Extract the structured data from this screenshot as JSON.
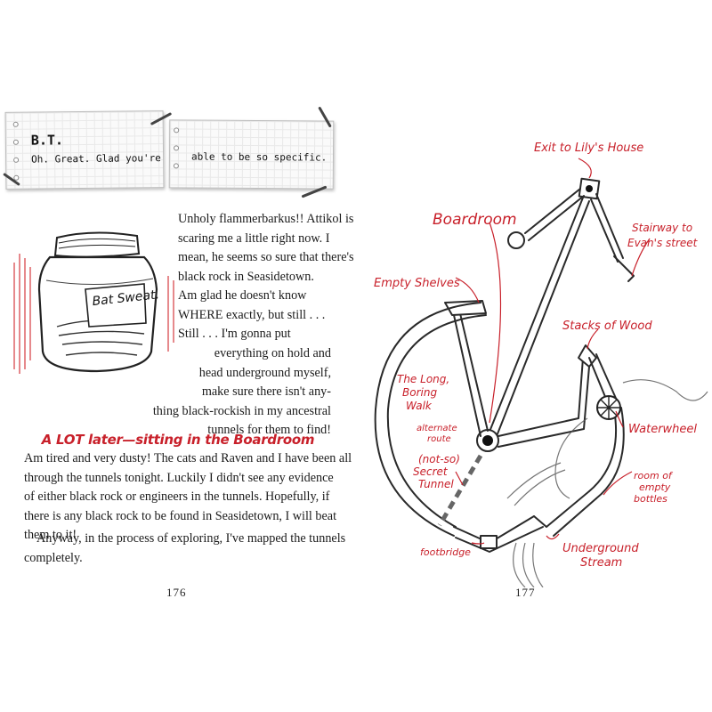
{
  "left_page": {
    "slip_a": {
      "name": "B.T.",
      "message": "Oh. Great. Glad you're"
    },
    "slip_b": {
      "message": "able to be so specific."
    },
    "jar_label": "Bat Sweat.",
    "para_1_lines": [
      "Unholy flammerbarkus!! Attikol is",
      "scaring me a little right now. I",
      "mean, he seems so sure that there's",
      "black rock in Seasidetown.",
      "Am glad he doesn't know",
      "WHERE exactly, but still . . .",
      "Still . . . I'm gonna put"
    ],
    "para_1b_lines": [
      "everything on hold and",
      "head underground myself,",
      "make sure there isn't any-",
      "thing black-rockish in my ancestral",
      "tunnels for them to find!"
    ],
    "heading": "A LOT later—sitting in the Boardroom",
    "para_2_lines": [
      "Am tired and very dusty! The cats and Raven and I have been all",
      "through the tunnels tonight. Luckily I didn't see any evidence",
      "of either black rock or engineers in the tunnels. Hopefully, if",
      "there is any black rock to be found in Seasidetown, I will beat",
      "them to it!"
    ],
    "para_3_lines": [
      "Anyway, in the process of exploring, I've mapped the tunnels",
      "completely."
    ],
    "page_number": "176"
  },
  "right_page": {
    "map_labels": {
      "exit": "Exit to Lily's House",
      "boardroom": "Boardroom",
      "stairway_1": "Stairway to",
      "stairway_2": "Evan's street",
      "empty_shelves": "Empty Shelves",
      "stacks_of_wood": "Stacks of Wood",
      "long_walk_1": "The Long,",
      "long_walk_2": "Boring",
      "long_walk_3": "Walk",
      "alternate_1": "alternate",
      "alternate_2": "route",
      "waterwheel": "Waterwheel",
      "secret_1": "(not-so)",
      "secret_2": "Secret",
      "secret_3": "Tunnel",
      "bottles_1": "room of",
      "bottles_2": "empty",
      "bottles_3": "bottles",
      "footbridge": "footbridge",
      "stream_1": "Underground",
      "stream_2": "Stream"
    },
    "page_number": "177"
  },
  "colors": {
    "accent_red": "#c8202a",
    "ink": "#1b1b1b"
  }
}
